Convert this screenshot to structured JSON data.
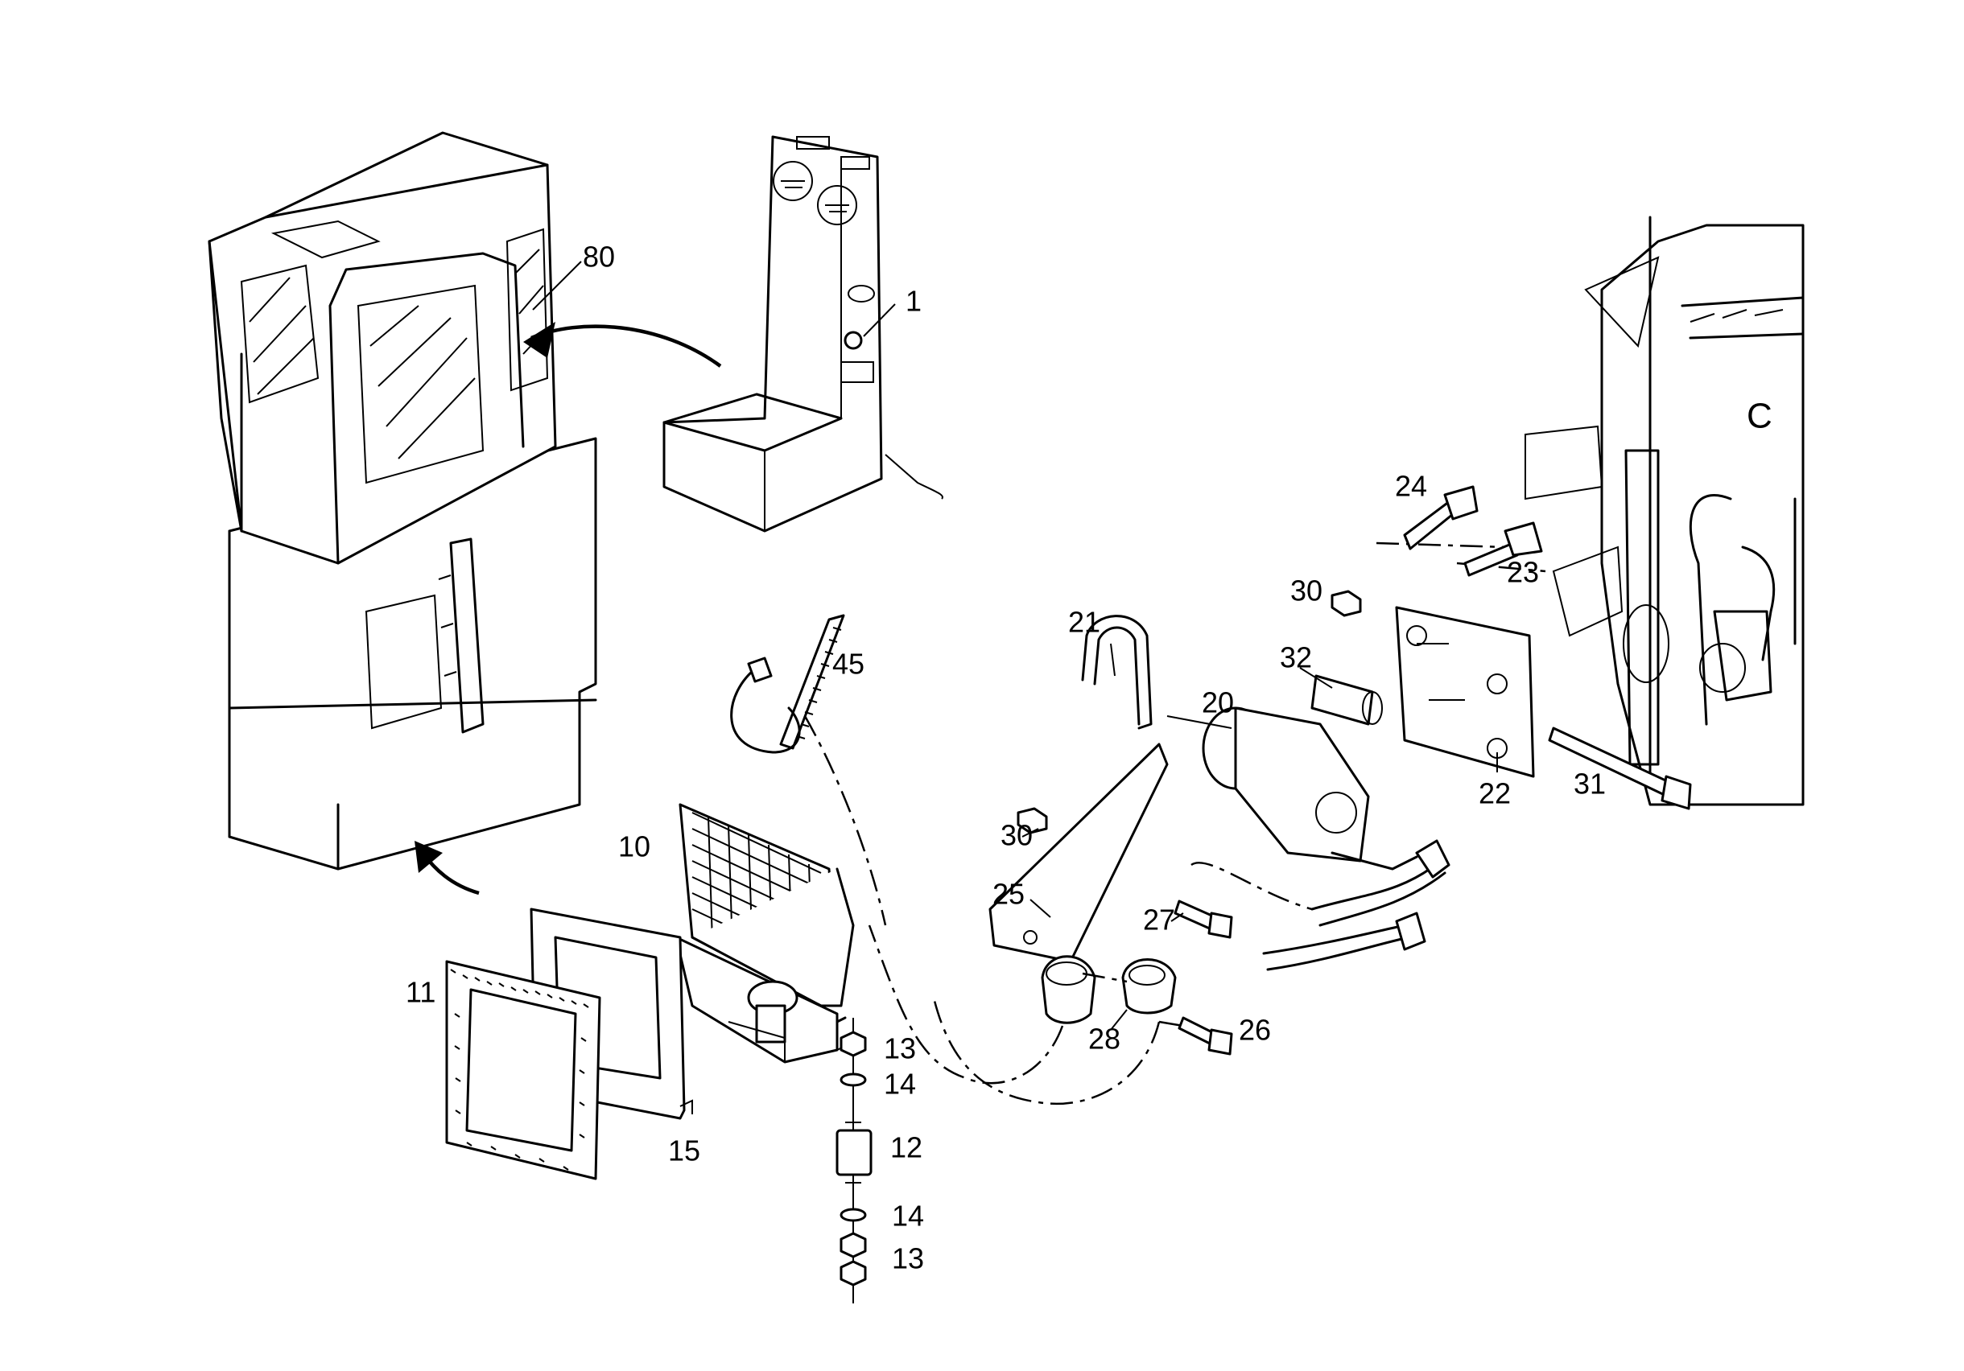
{
  "diagram": {
    "callouts": [
      {
        "id": "p80",
        "text": "80"
      },
      {
        "id": "p1",
        "text": "1"
      },
      {
        "id": "p45",
        "text": "45"
      },
      {
        "id": "p10",
        "text": "10"
      },
      {
        "id": "p11",
        "text": "11"
      },
      {
        "id": "p15",
        "text": "15"
      },
      {
        "id": "p13a",
        "text": "13"
      },
      {
        "id": "p14a",
        "text": "14"
      },
      {
        "id": "p12",
        "text": "12"
      },
      {
        "id": "p14b",
        "text": "14"
      },
      {
        "id": "p13b",
        "text": "13"
      },
      {
        "id": "p21",
        "text": "21"
      },
      {
        "id": "p20",
        "text": "20"
      },
      {
        "id": "p32",
        "text": "32"
      },
      {
        "id": "p30a",
        "text": "30"
      },
      {
        "id": "p24",
        "text": "24"
      },
      {
        "id": "p23",
        "text": "23"
      },
      {
        "id": "p22",
        "text": "22"
      },
      {
        "id": "p31",
        "text": "31"
      },
      {
        "id": "p30b",
        "text": "30"
      },
      {
        "id": "p25",
        "text": "25"
      },
      {
        "id": "p27",
        "text": "27"
      },
      {
        "id": "p28",
        "text": "28"
      },
      {
        "id": "p26",
        "text": "26"
      }
    ]
  }
}
